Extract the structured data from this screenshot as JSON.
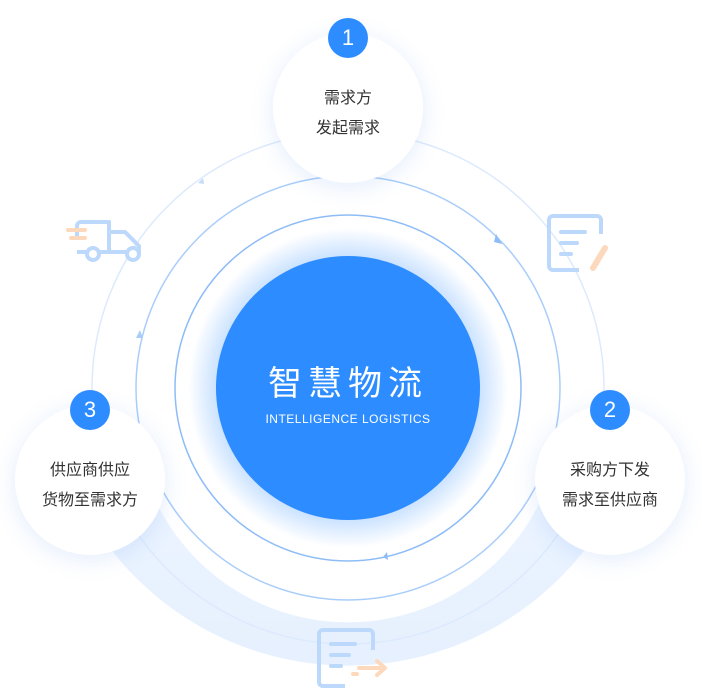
{
  "center": {
    "title": "智慧物流",
    "subtitle": "INTELLIGENCE LOGISTICS"
  },
  "steps": [
    {
      "number": "1",
      "line1": "需求方",
      "line2": "发起需求"
    },
    {
      "number": "2",
      "line1": "采购方下发",
      "line2": "需求至供应商"
    },
    {
      "number": "3",
      "line1": "供应商供应",
      "line2": "货物至需求方"
    }
  ],
  "colors": {
    "primary": "#2d8cff",
    "icon_blue": "#bcd8fb",
    "icon_orange": "#fcd9bd"
  }
}
